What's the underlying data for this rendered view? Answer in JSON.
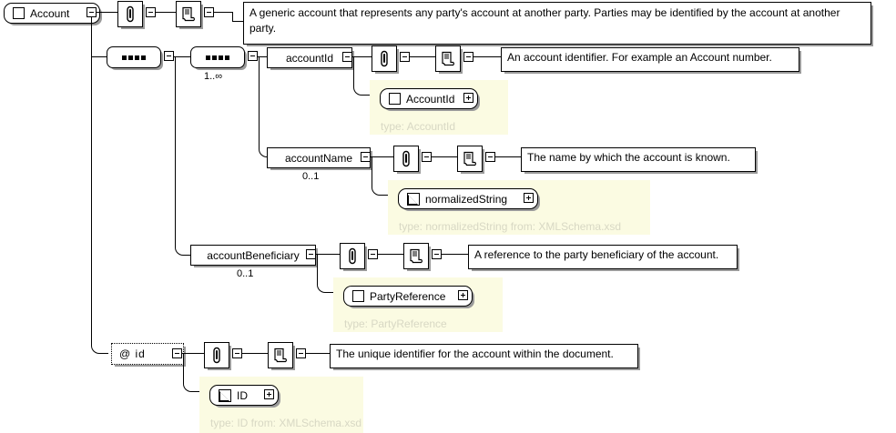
{
  "diagram": {
    "kind": "xml-schema-tree",
    "root": {
      "label": "Account",
      "icon": "complex-type-square-icon"
    },
    "root_annotation": "A generic account that represents any party's account at another party. Parties may be identified by the account at another party.",
    "elements": [
      {
        "name": "accountId",
        "cardinality": "1..∞",
        "annotation": "An account identifier. For example an Account number.",
        "type_node": "AccountId",
        "type_icon": "complex-type-square-icon",
        "type_label": "type: AccountId"
      },
      {
        "name": "accountName",
        "cardinality": "0..1",
        "annotation": "The name by which the account is known.",
        "type_node": "normalizedString",
        "type_icon": "simple-type-icon",
        "type_label": "type: normalizedString from: XMLSchema.xsd"
      },
      {
        "name": "accountBeneficiary",
        "cardinality": "0..1",
        "annotation": "A reference to the party beneficiary of the account.",
        "type_node": "PartyReference",
        "type_icon": "complex-type-square-icon",
        "type_label": "type: PartyReference"
      }
    ],
    "attribute": {
      "name": "@ id",
      "annotation": "The unique identifier for the account within the document.",
      "type_node": "ID",
      "type_icon": "simple-type-icon",
      "type_label": "type: ID from: XMLSchema.xsd"
    },
    "compositors": [
      {
        "name": "sequence-outer",
        "cardinality": ""
      },
      {
        "name": "sequence-inner",
        "cardinality": "1..∞"
      }
    ],
    "icons": {
      "attachment": "paperclip-icon",
      "documentation": "scroll-icon",
      "collapse": "minus-toggle-icon",
      "expand": "plus-toggle-icon"
    },
    "colors": {
      "line": "#000000",
      "panel_bg": "#fbfbe2",
      "panel_text": "#d8d8c4",
      "shadow": "#9a9a9a",
      "box_bg": "#ffffff"
    }
  }
}
